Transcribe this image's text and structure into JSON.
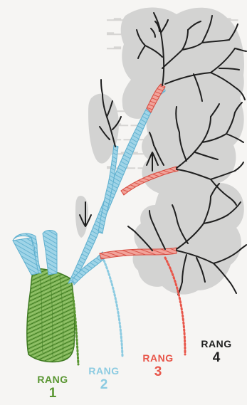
{
  "figure": {
    "colors": {
      "rang1": "#5a9632",
      "rang2": "#8ccbe1",
      "rang3": "#e8564a",
      "rang4": "#1f1f1f",
      "crown_shadow": "#d3d3d2"
    },
    "labels": [
      {
        "word": "RANG",
        "number": "1"
      },
      {
        "word": "RANG",
        "number": "2"
      },
      {
        "word": "RANG",
        "number": "3"
      },
      {
        "word": "RANG",
        "number": "4"
      }
    ]
  }
}
